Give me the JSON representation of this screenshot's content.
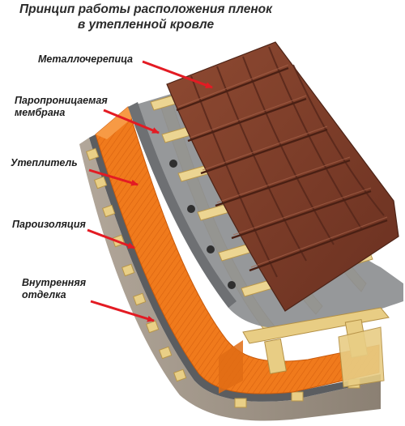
{
  "title": {
    "line1": "Принцип работы расположения пленок",
    "line2": "в утепленной кровле"
  },
  "labels": {
    "tile": "Металлочерепица",
    "membrane_line1": "Паропроницаемая",
    "membrane_line2": "мембрана",
    "insulation": "Утеплитель",
    "vapor_barrier": "Пароизоляция",
    "finish_line1": "Внутренняя",
    "finish_line2": "отделка"
  },
  "colors": {
    "arrow": "#e31b23",
    "tile": "#7a3b27",
    "insulation": "#f07a1c",
    "membrane": "#8d8f91",
    "timber": "#e9cf86",
    "finish": "#8a7f73"
  }
}
